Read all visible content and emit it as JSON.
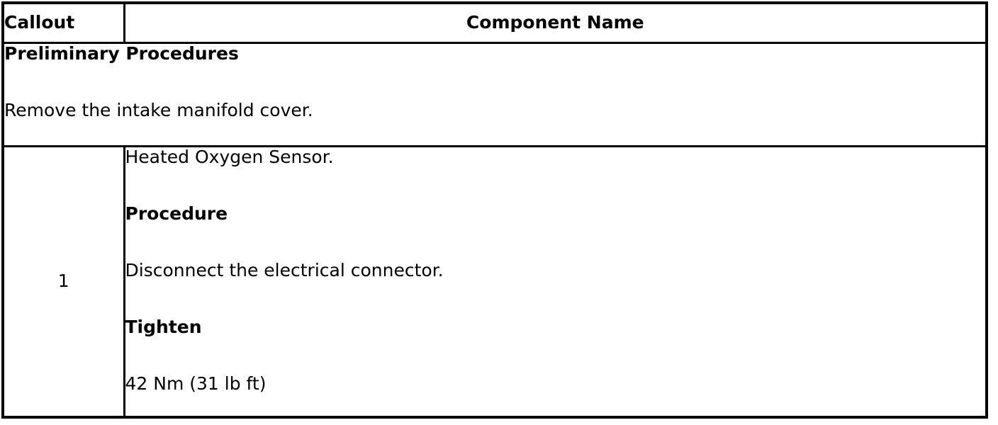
{
  "table": {
    "header": {
      "callout": "Callout",
      "component": "Component Name"
    },
    "preliminary": {
      "title": "Preliminary Procedures",
      "text": "Remove the intake manifold cover."
    },
    "rows": [
      {
        "callout": "1",
        "lines": [
          {
            "text": "Heated Oxygen Sensor.",
            "bold": false
          },
          {
            "text": "Procedure",
            "bold": true
          },
          {
            "text": "Disconnect the electrical connector.",
            "bold": false
          },
          {
            "text": "Tighten",
            "bold": true
          },
          {
            "text": "42 Nm (31 lb ft)",
            "bold": false
          }
        ]
      }
    ],
    "colors": {
      "border": "#000000",
      "text": "#000000",
      "background": "#ffffff"
    }
  }
}
